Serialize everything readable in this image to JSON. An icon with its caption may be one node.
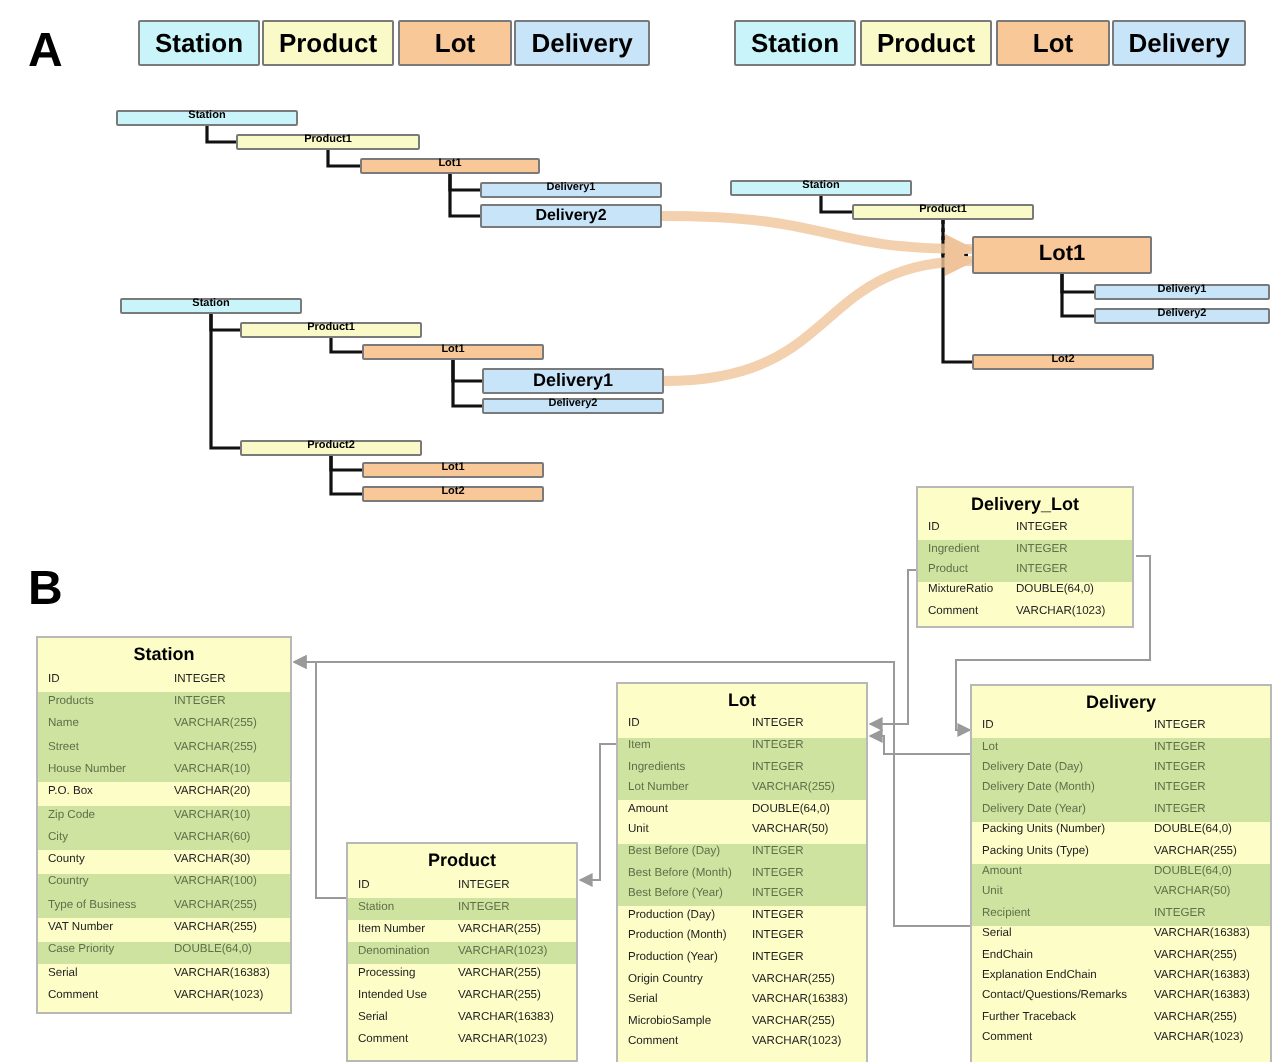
{
  "diagram": {
    "nodes": [
      {
        "text": [
          "Station"
        ]
      },
      {
        "text": [
          "Product"
        ]
      },
      {
        "text": [
          "Lot"
        ]
      },
      {
        "text": [
          "Delivery"
        ]
      },
      {
        "text": [
          "Station"
        ]
      },
      {
        "text": [
          "Product"
        ]
      },
      {
        "text": [
          "Lot"
        ]
      },
      {
        "text": [
          "Delivery"
        ]
      },
      {
        "text": [
          "Station"
        ]
      },
      {
        "text": [
          "Product1"
        ]
      },
      {
        "text": [
          "Lot1"
        ]
      },
      {
        "text": [
          "Delivery1"
        ]
      },
      {
        "text": [
          "Delivery2"
        ]
      },
      {
        "text": [
          "Station"
        ]
      },
      {
        "text": [
          "Product1"
        ]
      },
      {
        "text": [
          "Lot1"
        ]
      },
      {
        "text": [
          "Delivery1"
        ]
      },
      {
        "text": [
          "Delivery2"
        ]
      },
      {
        "text": [
          "Product2"
        ]
      },
      {
        "text": [
          "Lot1"
        ]
      },
      {
        "text": [
          "Lot2"
        ]
      },
      {
        "text": [
          "Station"
        ]
      },
      {
        "text": [
          "Product1"
        ]
      },
      {
        "text": [
          "Lot1"
        ]
      },
      {
        "text": [
          "Delivery1"
        ]
      },
      {
        "text": [
          "Delivery2"
        ]
      },
      {
        "text": [
          "Lot2"
        ]
      },
      {
        "text": [
          "Delivery_Lot",
          "ID",
          "INTEGER",
          "Ingredient",
          "INTEGER",
          "Product",
          "INTEGER",
          "MixtureRatio",
          "DOUBLE(64,0)",
          "Comment",
          "VARCHAR(1023)"
        ]
      },
      {
        "text": [
          "Station",
          "ID",
          "INTEGER",
          "Products",
          "INTEGER",
          "Name",
          "VARCHAR(255)",
          "Street",
          "VARCHAR(255)",
          "House Number",
          "VARCHAR(10)",
          "P.O. Box",
          "VARCHAR(20)",
          "Zip Code",
          "VARCHAR(10)",
          "City",
          "VARCHAR(60)",
          "County",
          "VARCHAR(30)",
          "Country",
          "VARCHAR(100)",
          "Type of Business",
          "VARCHAR(255)",
          "VAT Number",
          "VARCHAR(255)",
          "Case Priority",
          "DOUBLE(64,0)",
          "Serial",
          "VARCHAR(16383)",
          "Comment",
          "VARCHAR(1023)"
        ]
      },
      {
        "text": [
          "Lot",
          "ID",
          "INTEGER",
          "Item",
          "INTEGER",
          "Ingredients",
          "INTEGER",
          "Lot Number",
          "VARCHAR(255)",
          "Amount",
          "DOUBLE(64,0)",
          "Unit",
          "VARCHAR(50)",
          "Best Before (Day)",
          "INTEGER",
          "Best Before (Month)",
          "INTEGER",
          "Best Before (Year)",
          "INTEGER",
          "Production (Day)",
          "INTEGER",
          "Production (Month)",
          "INTEGER",
          "Production (Year)",
          "INTEGER",
          "Origin Country",
          "VARCHAR(255)",
          "Serial",
          "VARCHAR(16383)",
          "MicrobioSample",
          "VARCHAR(255)",
          "Comment",
          "VARCHAR(1023)"
        ]
      },
      {
        "text": [
          "Delivery",
          "ID",
          "INTEGER",
          "Lot",
          "INTEGER",
          "Delivery Date (Day)",
          "INTEGER",
          "Delivery Date (Month)",
          "INTEGER",
          "Delivery Date (Year)",
          "INTEGER",
          "Packing Units (Number)",
          "DOUBLE(64,0)",
          "Packing Units (Type)",
          "VARCHAR(255)",
          "Amount",
          "DOUBLE(64,0)",
          "Unit",
          "VARCHAR(50)",
          "Recipient",
          "INTEGER",
          "Serial",
          "VARCHAR(16383)",
          "EndChain",
          "VARCHAR(255)",
          "Explanation EndChain",
          "VARCHAR(16383)",
          "Contact/Questions/Remarks",
          "VARCHAR(16383)",
          "Further Traceback",
          "VARCHAR(255)",
          "Comment",
          "VARCHAR(1023)"
        ]
      },
      {
        "text": [
          "Product",
          "ID",
          "INTEGER",
          "Station",
          "INTEGER",
          "Item Number",
          "VARCHAR(255)",
          "Denomination",
          "VARCHAR(1023)",
          "Processing",
          "VARCHAR(255)",
          "Intended Use",
          "VARCHAR(255)",
          "Serial",
          "VARCHAR(16383)",
          "Comment",
          "VARCHAR(1023)"
        ]
      }
    ],
    "edges": [
      {
        "from": 8,
        "to": 9,
        "arrow": "none"
      },
      {
        "from": 9,
        "to": 10,
        "arrow": "none"
      },
      {
        "from": 10,
        "to": 11,
        "arrow": "none"
      },
      {
        "from": 10,
        "to": 12,
        "arrow": "none"
      },
      {
        "from": 13,
        "to": 14,
        "arrow": "none"
      },
      {
        "from": 14,
        "to": 15,
        "arrow": "none"
      },
      {
        "from": 15,
        "to": 16,
        "arrow": "none"
      },
      {
        "from": 15,
        "to": 17,
        "arrow": "none"
      },
      {
        "from": 13,
        "to": 18,
        "arrow": "none"
      },
      {
        "from": 18,
        "to": 19,
        "arrow": "none"
      },
      {
        "from": 18,
        "to": 20,
        "arrow": "none"
      },
      {
        "from": 21,
        "to": 22,
        "arrow": "none"
      },
      {
        "from": 22,
        "to": 23,
        "arrow": "none",
        "style": "dashed"
      },
      {
        "from": 22,
        "to": 26,
        "arrow": "none"
      },
      {
        "from": 23,
        "to": 24,
        "arrow": "none"
      },
      {
        "from": 23,
        "to": 25,
        "arrow": "none"
      },
      {
        "from": 12,
        "to": 23,
        "arrow": "to",
        "style": "thick",
        "color": "#f0c49a"
      },
      {
        "from": 16,
        "to": 23,
        "arrow": "to",
        "style": "thick",
        "color": "#f0c49a"
      },
      {
        "from": 31,
        "to": 28,
        "arrow": "to",
        "color": "#9a9a9a"
      },
      {
        "from": 30,
        "to": 28,
        "arrow": "to",
        "color": "#9a9a9a"
      },
      {
        "from": 29,
        "to": 31,
        "arrow": "to",
        "color": "#9a9a9a"
      },
      {
        "from": 27,
        "to": 29,
        "arrow": "to",
        "color": "#9a9a9a"
      },
      {
        "from": 27,
        "to": 30,
        "arrow": "to",
        "color": "#9a9a9a"
      },
      {
        "from": 30,
        "to": 29,
        "arrow": "to",
        "color": "#9a9a9a"
      }
    ],
    "labels": [
      "A",
      "B"
    ]
  }
}
